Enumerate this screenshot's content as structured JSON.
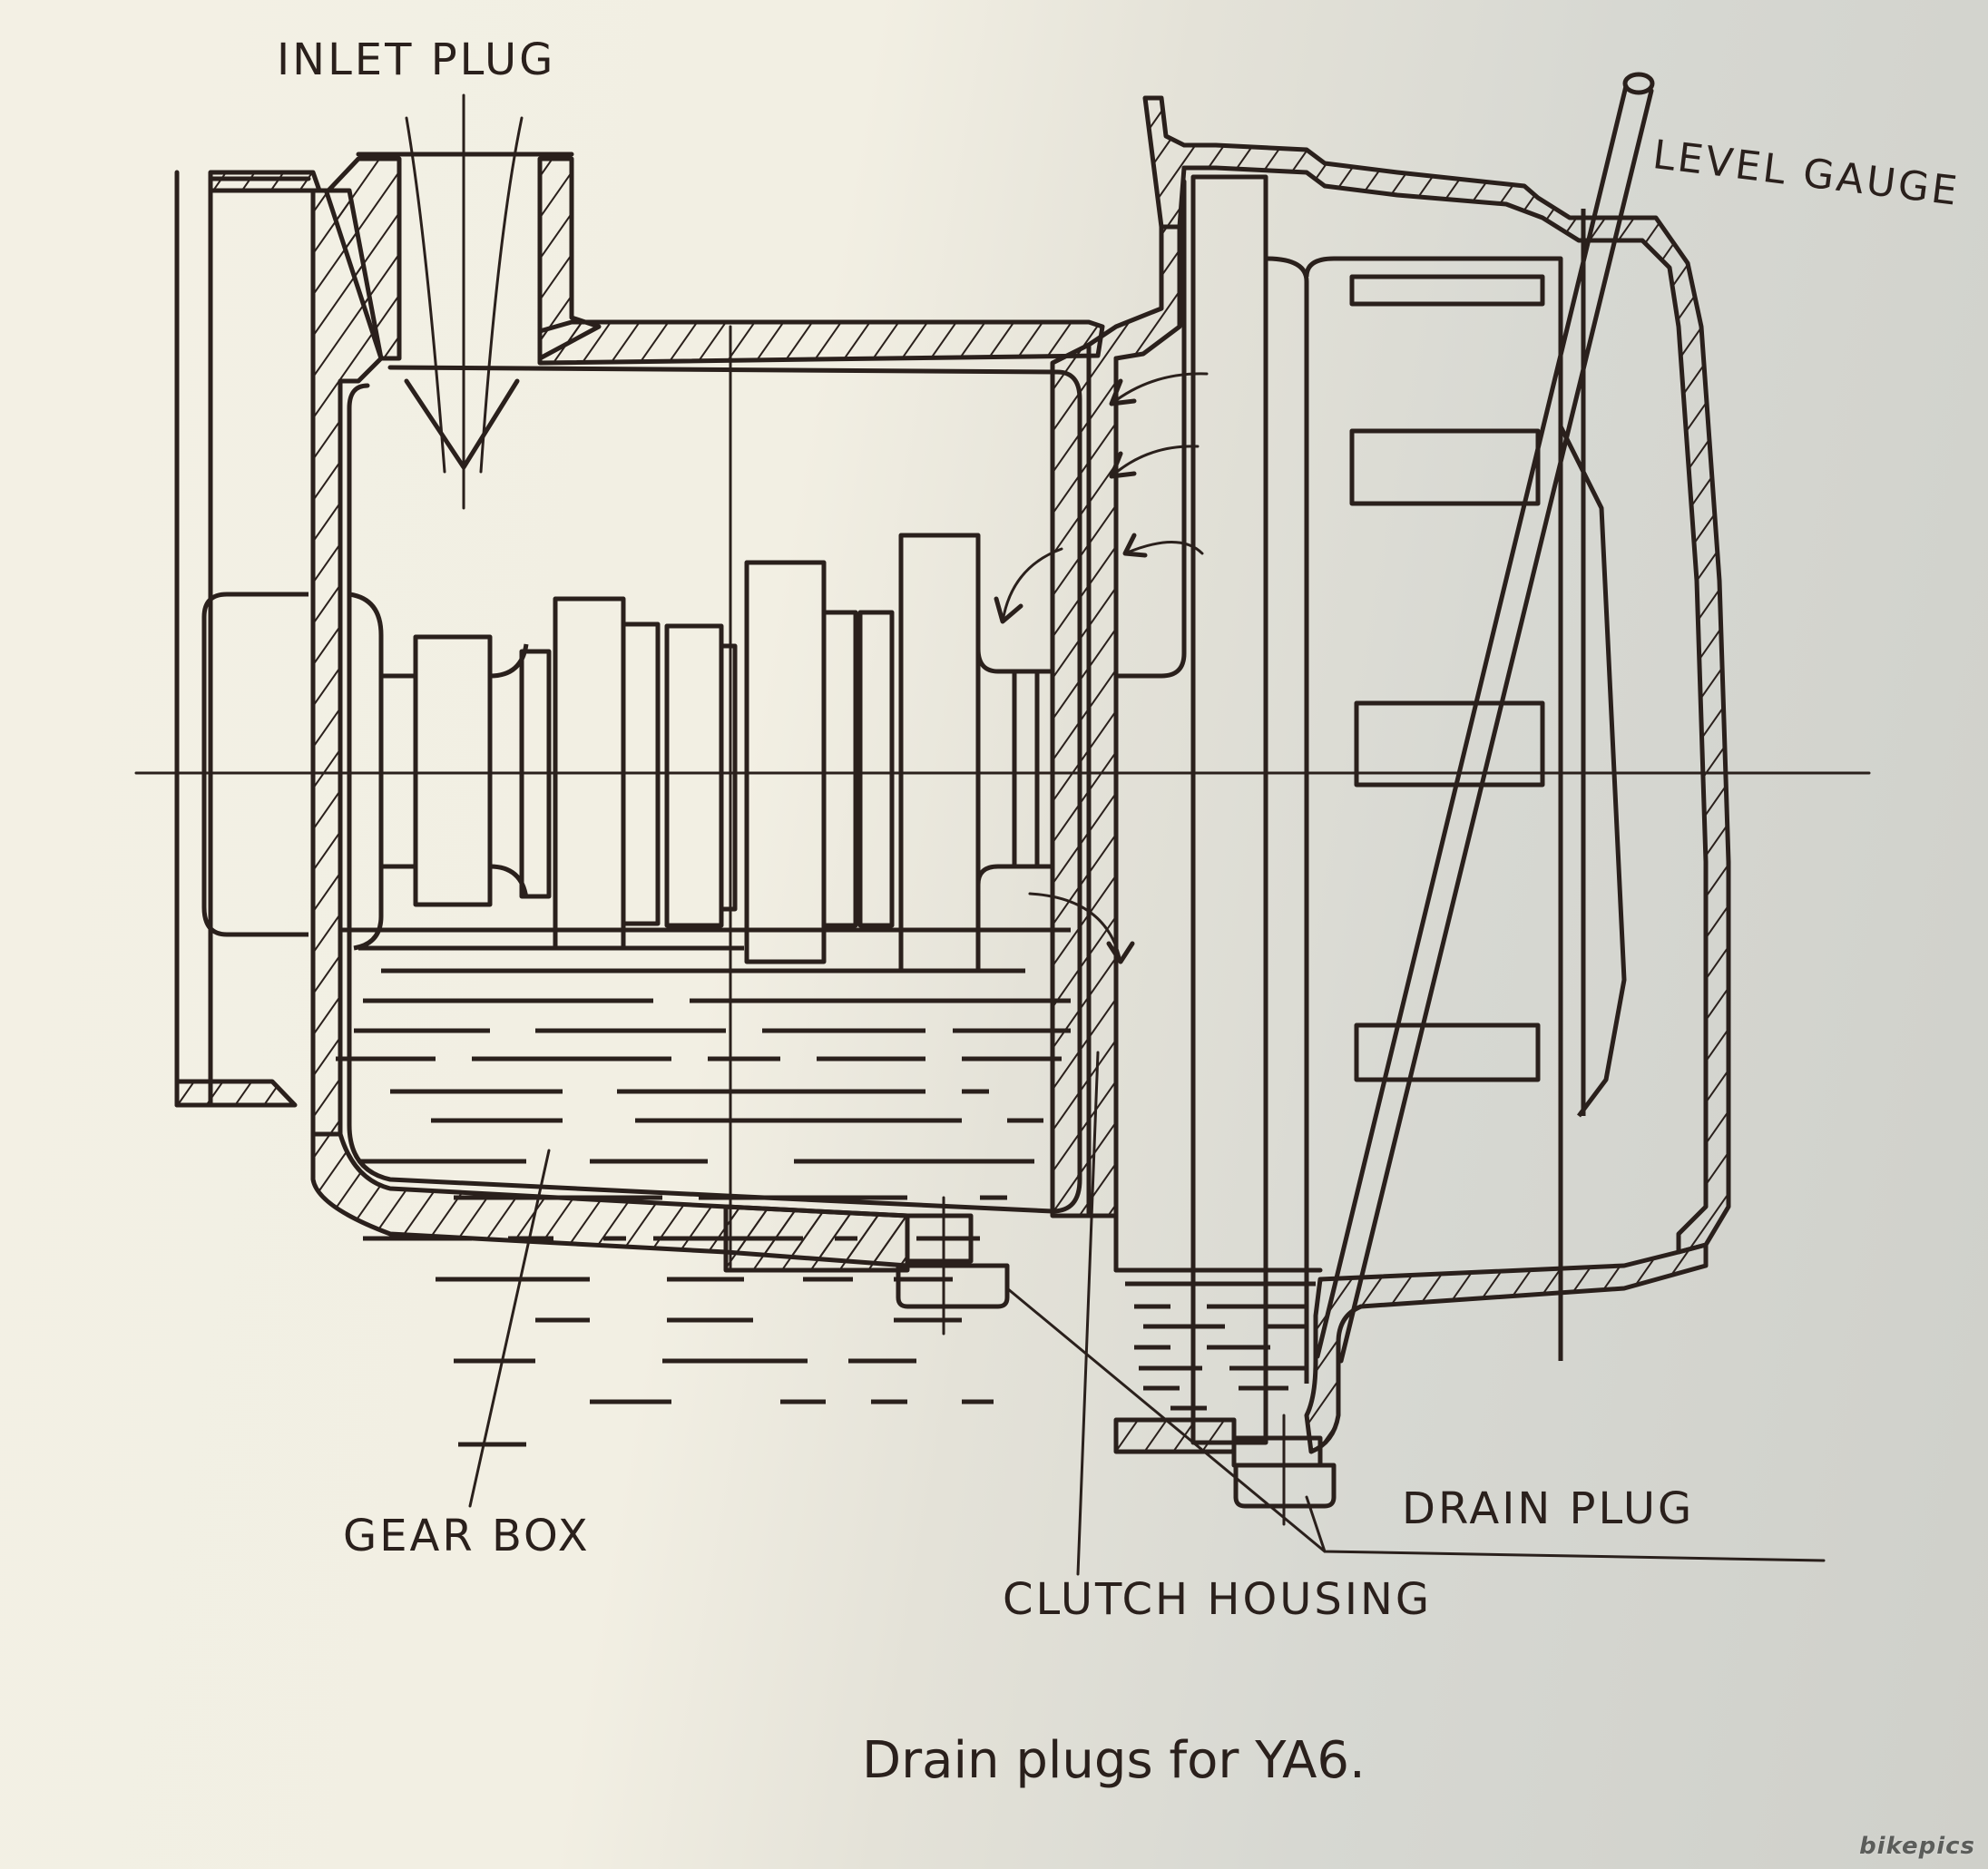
{
  "figure": {
    "subject": "Cross-section of gear box and clutch housing showing oil flow",
    "caption": "Drain plugs for YA6."
  },
  "labels": {
    "inlet_plug": "INLET PLUG",
    "level_gauge": "LEVEL GAUGE",
    "gear_box": "GEAR BOX",
    "drain_plug": "DRAIN PLUG",
    "clutch_housing": "CLUTCH HOUSING"
  },
  "watermark": "bikepics",
  "colors": {
    "ink": "#2a201c",
    "paper_light": "#f3f0e4",
    "paper_shadow": "#cfd0ca",
    "watermark_accent": "#c0393b"
  }
}
